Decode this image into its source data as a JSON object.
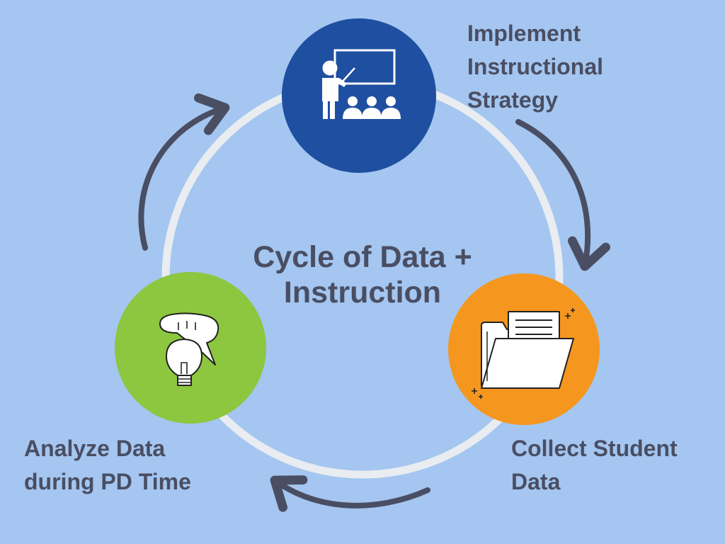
{
  "title": {
    "line1": "Cycle of Data +",
    "line2": "Instruction"
  },
  "steps": [
    {
      "id": "implement",
      "lines": [
        "Implement",
        "Instructional",
        "Strategy"
      ],
      "color": "#1f4fa0",
      "icon": "teacher-presenting-icon"
    },
    {
      "id": "collect",
      "lines": [
        "Collect Student",
        "Data"
      ],
      "color": "#f5961f",
      "icon": "folder-documents-icon"
    },
    {
      "id": "analyze",
      "lines": [
        "Analyze Data",
        "during PD Time"
      ],
      "color": "#8dc63f",
      "icon": "lightbulb-idea-icon"
    }
  ],
  "colors": {
    "background": "#a4c6f0",
    "ring": "#e9ecf1",
    "arrow": "#4a4e63",
    "text": "#4a4e63"
  }
}
